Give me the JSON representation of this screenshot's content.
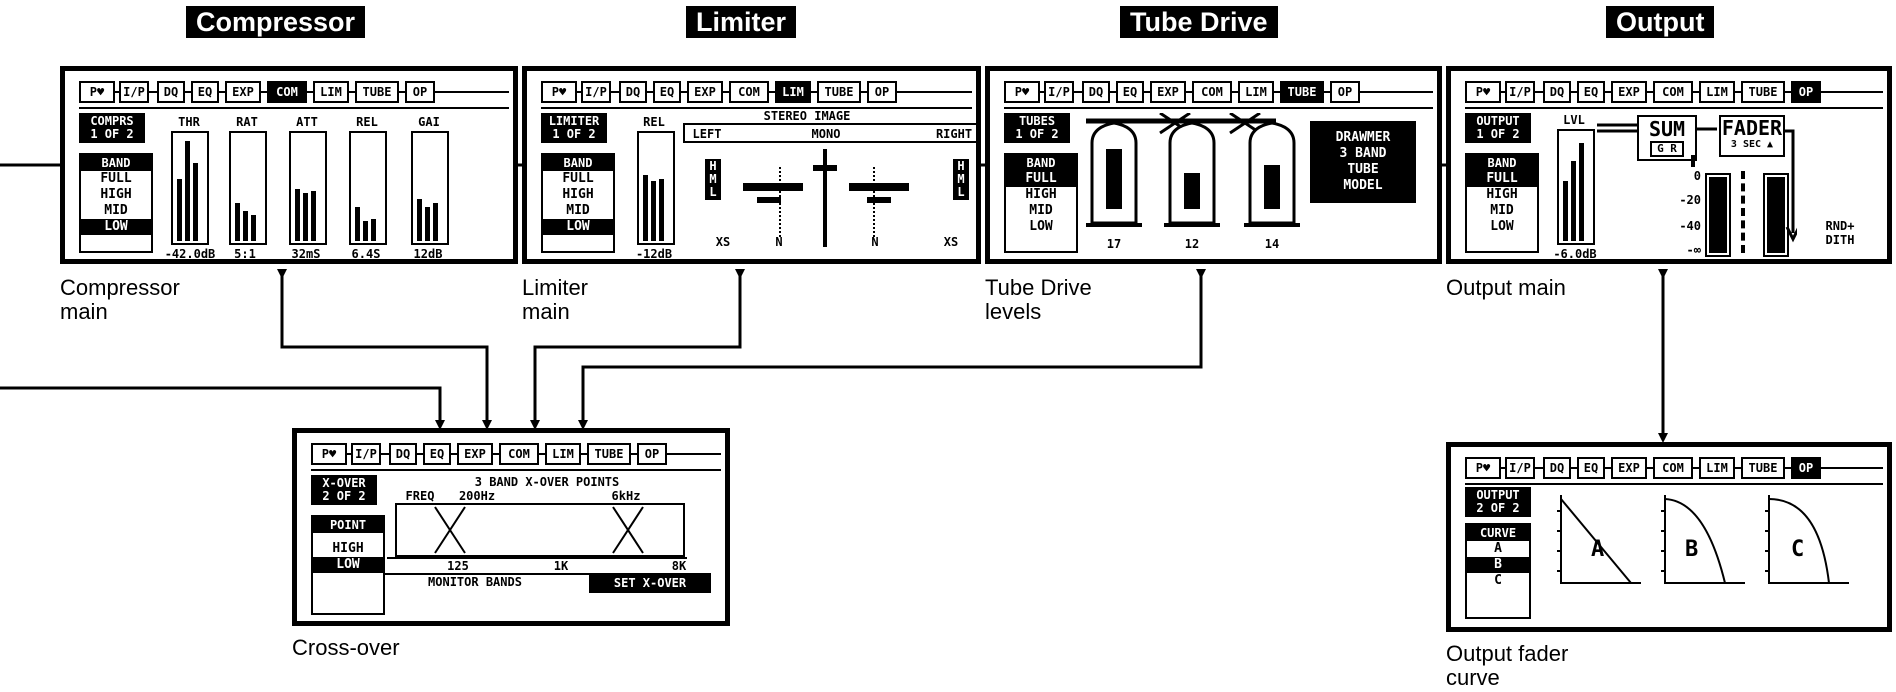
{
  "headers": {
    "compressor": "Compressor",
    "limiter": "Limiter",
    "tube_drive": "Tube Drive",
    "output": "Output"
  },
  "tabs": [
    "P",
    "I/P",
    "DQ",
    "EQ",
    "EXP",
    "COM",
    "LIM",
    "TUBE",
    "OP"
  ],
  "compressor": {
    "page": [
      "COMPRS",
      "1 OF 2"
    ],
    "list_head": "BAND",
    "bands": [
      "FULL",
      "HIGH",
      "MID",
      "LOW"
    ],
    "params": [
      {
        "name": "THR",
        "value": "-42.0dB"
      },
      {
        "name": "RAT",
        "value": "5:1"
      },
      {
        "name": "ATT",
        "value": "32mS"
      },
      {
        "name": "REL",
        "value": "6.4S"
      },
      {
        "name": "GAI",
        "value": "12dB"
      }
    ],
    "caption": [
      "Compressor",
      "main"
    ]
  },
  "limiter": {
    "page": [
      "LIMITER",
      "1 OF 2"
    ],
    "list_head": "BAND",
    "bands": [
      "FULL",
      "HIGH",
      "MID",
      "LOW"
    ],
    "rel_name": "REL",
    "rel_value": "-12dB",
    "stereo_title": "STEREO IMAGE",
    "left": "LEFT",
    "mono": "MONO",
    "right": "RIGHT",
    "hml": [
      "H",
      "M",
      "L"
    ],
    "scale": [
      "XS",
      "N",
      "N",
      "XS"
    ],
    "caption": [
      "Limiter",
      "main"
    ]
  },
  "tube": {
    "page": [
      "TUBES",
      "1 OF 2"
    ],
    "list_head": "BAND",
    "bands": [
      "FULL",
      "HIGH",
      "MID",
      "LOW"
    ],
    "levels": [
      "17",
      "12",
      "14"
    ],
    "model": [
      "DRAWMER",
      "3 BAND",
      "TUBE",
      "MODEL"
    ],
    "caption": [
      "Tube Drive",
      "levels"
    ]
  },
  "output": {
    "page": [
      "OUTPUT",
      "1 OF 2"
    ],
    "list_head": "BAND",
    "bands": [
      "FULL",
      "HIGH",
      "MID",
      "LOW"
    ],
    "lvl_name": "LVL",
    "lvl_value": "-6.0dB",
    "sum": "SUM",
    "gr": "G R",
    "fader": "FADER",
    "fader_time": "3 SEC",
    "scale": [
      "0",
      "-20",
      "-40",
      "-∞"
    ],
    "rnd": [
      "RND+",
      "DITH"
    ],
    "caption": [
      "Output main"
    ]
  },
  "crossover": {
    "page": [
      "X-OVER",
      "2 OF 2"
    ],
    "list_head": "POINT",
    "points": [
      "HIGH",
      "LOW"
    ],
    "title": "3 BAND X-OVER POINTS",
    "freq_label": "FREQ",
    "f1": "200Hz",
    "f2": "6kHz",
    "axis": [
      "125",
      "1K",
      "8K"
    ],
    "monitor": "MONITOR BANDS",
    "set": "SET X-OVER",
    "caption": [
      "Cross-over"
    ]
  },
  "fader": {
    "page": [
      "OUTPUT",
      "2 OF 2"
    ],
    "list_head": "CURVE",
    "curves": [
      "A",
      "B",
      "C"
    ],
    "caption": [
      "Output fader",
      "curve"
    ]
  }
}
